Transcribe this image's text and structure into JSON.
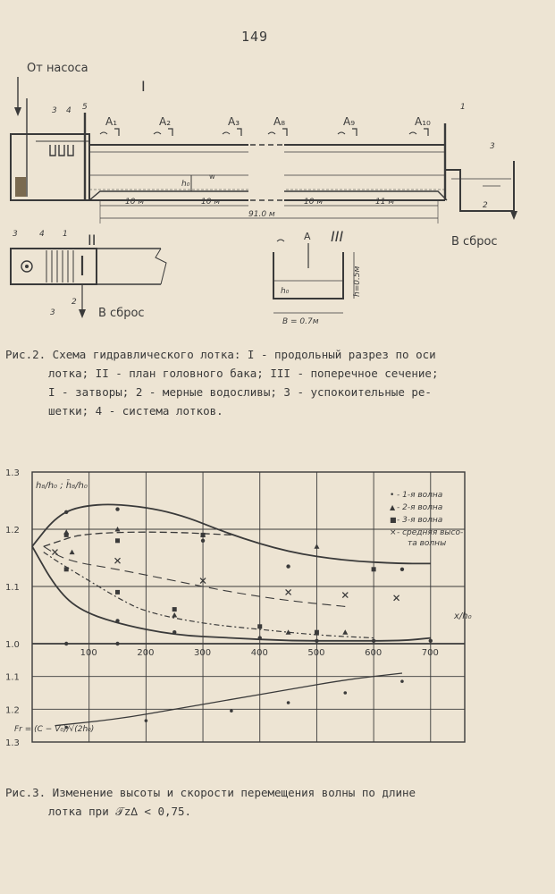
{
  "page_number": "149",
  "fig2": {
    "label_from_pump": "От насоса",
    "view1": "I",
    "view2": "II",
    "view3": "III",
    "gates": [
      "A₁",
      "A₂",
      "A₃",
      "A₈",
      "A₉",
      "A₁₀"
    ],
    "gate_single": "A",
    "dim_segments": [
      "10 м",
      "10 м",
      "10 м",
      "11 м"
    ],
    "dim_total": "91.0 м",
    "h0": "h₀",
    "h0_section": "h₀",
    "height_dim": "h=0.5м",
    "width_dim": "B = 0.7м",
    "drain_1": "В сброс",
    "drain_2": "В сброс",
    "wave_label": "w",
    "num_labels": [
      "3",
      "4",
      "5",
      "1",
      "3",
      "2",
      "3",
      "4",
      "1",
      "3",
      "2"
    ],
    "caption_lines": [
      "Рис.2. Схема гидравлического лотка: I - продольный разрез по оси",
      "лотка; II - план головного бака; III - поперечное сечение;",
      "I - затворы; 2 - мерные водосливы; 3 - успокоительные ре-",
      "шетки; 4 - система лотков."
    ]
  },
  "fig3": {
    "caption_line1": "Рис.3. Изменение высоты и скорости перемещения волны по длине",
    "caption_line2": "лотка при  𝒯z∆ < 0,75."
  },
  "chart_data": {
    "type": "line",
    "title": "",
    "y_label": "h₈/h₀ ; h̄₈/h₀",
    "x_label": "x/h₀",
    "fr_label": "Fr = (C − V₀)/√(2h₀)",
    "xlim": [
      0,
      760
    ],
    "ylim_top": [
      1.0,
      1.3
    ],
    "ylim_bottom": [
      1.0,
      1.3
    ],
    "x_ticks": [
      "100",
      "200",
      "300",
      "400",
      "500",
      "600",
      "700"
    ],
    "y_ticks_top": [
      "1.3",
      "1.2",
      "1.1",
      "1.0"
    ],
    "y_ticks_bottom": [
      "1.1",
      "1.2",
      "1.3"
    ],
    "legend": [
      {
        "marker": "•",
        "label": "- 1-я волна"
      },
      {
        "marker": "▲",
        "label": "- 2-я волна"
      },
      {
        "marker": "■",
        "label": "- 3-я волна"
      },
      {
        "marker": "×",
        "label": "- средняя высо-"
      },
      {
        "marker": "",
        "label": "та волны"
      }
    ],
    "series": [
      {
        "name": "1-я волна (верх)",
        "x": [
          0,
          40,
          80,
          150,
          250,
          350,
          450,
          550,
          650,
          700
        ],
        "y": [
          1.17,
          1.22,
          1.24,
          1.245,
          1.23,
          1.19,
          1.16,
          1.145,
          1.14,
          1.14
        ]
      },
      {
        "name": "1-я волна (низ)",
        "x": [
          0,
          40,
          80,
          150,
          250,
          350,
          450,
          550,
          650,
          700
        ],
        "y": [
          1.17,
          1.1,
          1.06,
          1.035,
          1.015,
          1.01,
          1.005,
          1.005,
          1.005,
          1.01
        ]
      },
      {
        "name": "2-я волна",
        "x": [
          20,
          50,
          80,
          150,
          250,
          350
        ],
        "y": [
          1.17,
          1.18,
          1.19,
          1.195,
          1.195,
          1.19
        ]
      },
      {
        "name": "3-я волна",
        "x": [
          20,
          50,
          100,
          150,
          200,
          300,
          400,
          500,
          600
        ],
        "y": [
          1.16,
          1.14,
          1.11,
          1.08,
          1.055,
          1.035,
          1.025,
          1.015,
          1.01
        ]
      },
      {
        "name": "средняя высота волны",
        "x": [
          20,
          60,
          150,
          250,
          350,
          450,
          550
        ],
        "y": [
          1.17,
          1.145,
          1.13,
          1.11,
          1.09,
          1.075,
          1.065
        ]
      },
      {
        "name": "Fr",
        "x": [
          40,
          150,
          250,
          350,
          450,
          550,
          650
        ],
        "y": [
          1.25,
          1.23,
          1.2,
          1.17,
          1.14,
          1.11,
          1.09
        ]
      }
    ],
    "points": {
      "circle": [
        [
          60,
          1.23
        ],
        [
          150,
          1.235
        ],
        [
          300,
          1.18
        ],
        [
          450,
          1.135
        ],
        [
          650,
          1.13
        ],
        [
          150,
          1.04
        ],
        [
          250,
          1.02
        ],
        [
          400,
          1.01
        ],
        [
          500,
          1.005
        ],
        [
          600,
          1.005
        ],
        [
          700,
          1.005
        ],
        [
          60,
          1.0
        ],
        [
          150,
          1.0
        ]
      ],
      "triangle": [
        [
          60,
          1.195
        ],
        [
          150,
          1.2
        ],
        [
          300,
          1.19
        ],
        [
          500,
          1.17
        ],
        [
          70,
          1.16
        ],
        [
          250,
          1.05
        ],
        [
          450,
          1.02
        ],
        [
          550,
          1.02
        ]
      ],
      "square": [
        [
          60,
          1.19
        ],
        [
          150,
          1.18
        ],
        [
          300,
          1.19
        ],
        [
          600,
          1.13
        ],
        [
          60,
          1.13
        ],
        [
          150,
          1.09
        ],
        [
          250,
          1.06
        ],
        [
          400,
          1.03
        ],
        [
          500,
          1.02
        ]
      ],
      "cross": [
        [
          40,
          1.16
        ],
        [
          150,
          1.145
        ],
        [
          300,
          1.11
        ],
        [
          450,
          1.09
        ],
        [
          550,
          1.085
        ],
        [
          640,
          1.08
        ]
      ],
      "fr_dots": [
        [
          60,
          1.255
        ],
        [
          200,
          1.235
        ],
        [
          350,
          1.205
        ],
        [
          450,
          1.18
        ],
        [
          550,
          1.15
        ],
        [
          650,
          1.115
        ]
      ]
    }
  }
}
